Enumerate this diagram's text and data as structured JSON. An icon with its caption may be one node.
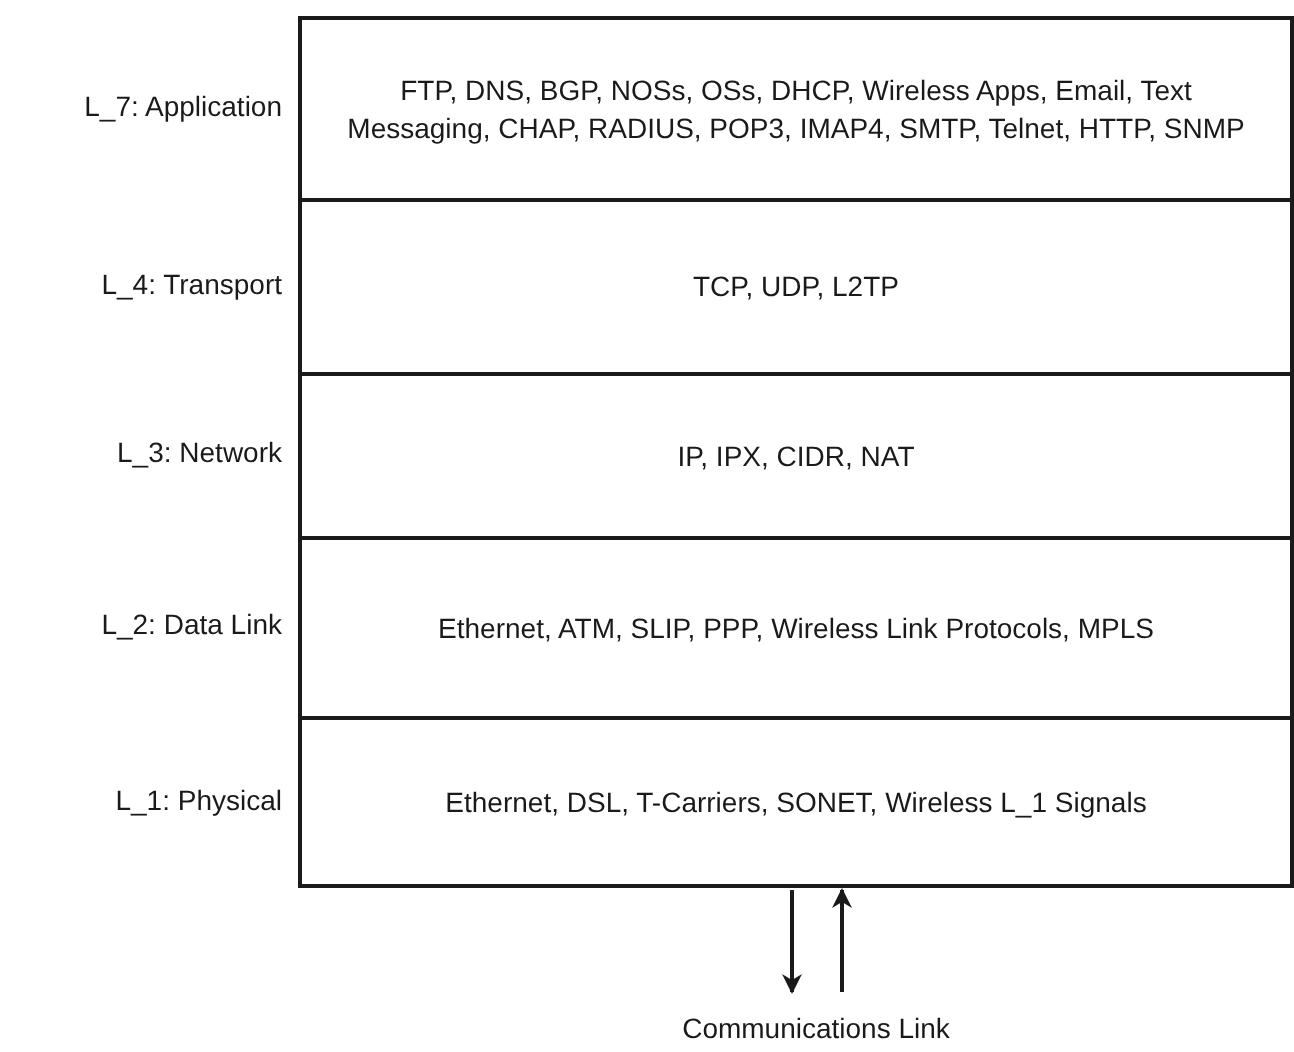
{
  "diagram": {
    "nodes": [
      {
        "text": [
          "L_7: Application",
          "FTP, DNS, BGP, NOSs, OSs, DHCP, Wireless Apps, Email, Text Messaging, CHAP, RADIUS, POP3, IMAP4, SMTP, Telnet, HTTP, SNMP"
        ]
      },
      {
        "text": [
          "L_4: Transport",
          "TCP, UDP, L2TP"
        ]
      },
      {
        "text": [
          "L_3: Network",
          "IP, IPX, CIDR, NAT"
        ]
      },
      {
        "text": [
          "L_2: Data Link",
          "Ethernet, ATM, SLIP, PPP, Wireless Link Protocols, MPLS"
        ]
      },
      {
        "text": [
          "L_1: Physical",
          "Ethernet, DSL, T-Carriers, SONET, Wireless L_1 Signals"
        ]
      },
      {
        "text": [
          "Communications Link"
        ]
      }
    ],
    "edges": [
      {
        "from": 4,
        "to": 5,
        "arrow": "to"
      },
      {
        "from": 5,
        "to": 4,
        "arrow": "to"
      }
    ]
  }
}
